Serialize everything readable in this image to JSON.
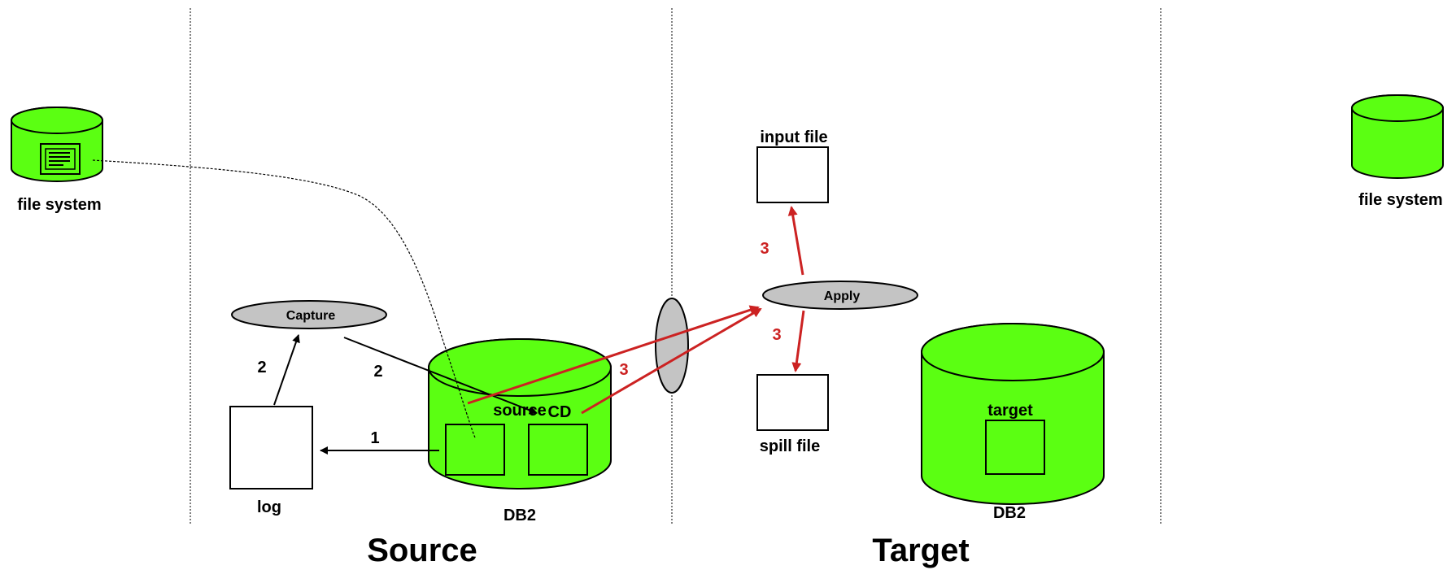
{
  "labels": {
    "file_system_left": "file system",
    "file_system_right": "file system",
    "capture": "Capture",
    "apply": "Apply",
    "log": "log",
    "db2_source": "DB2",
    "db2_target": "DB2",
    "source_table": "source",
    "cd_table": "CD",
    "target_table": "target",
    "input_file": "input file",
    "spill_file": "spill file",
    "section_source": "Source",
    "section_target": "Target"
  },
  "steps": {
    "log_to_capture": "2",
    "capture_to_cd": "2",
    "source_to_log": "1",
    "to_apply": "3",
    "apply_to_input": "3",
    "apply_to_spill": "3"
  },
  "colors": {
    "database_fill": "#5bff12",
    "process_fill": "#c4c4c4",
    "red_arrow": "#cc2222",
    "black_arrow": "#000000"
  },
  "icons": {
    "document": "document-icon"
  }
}
